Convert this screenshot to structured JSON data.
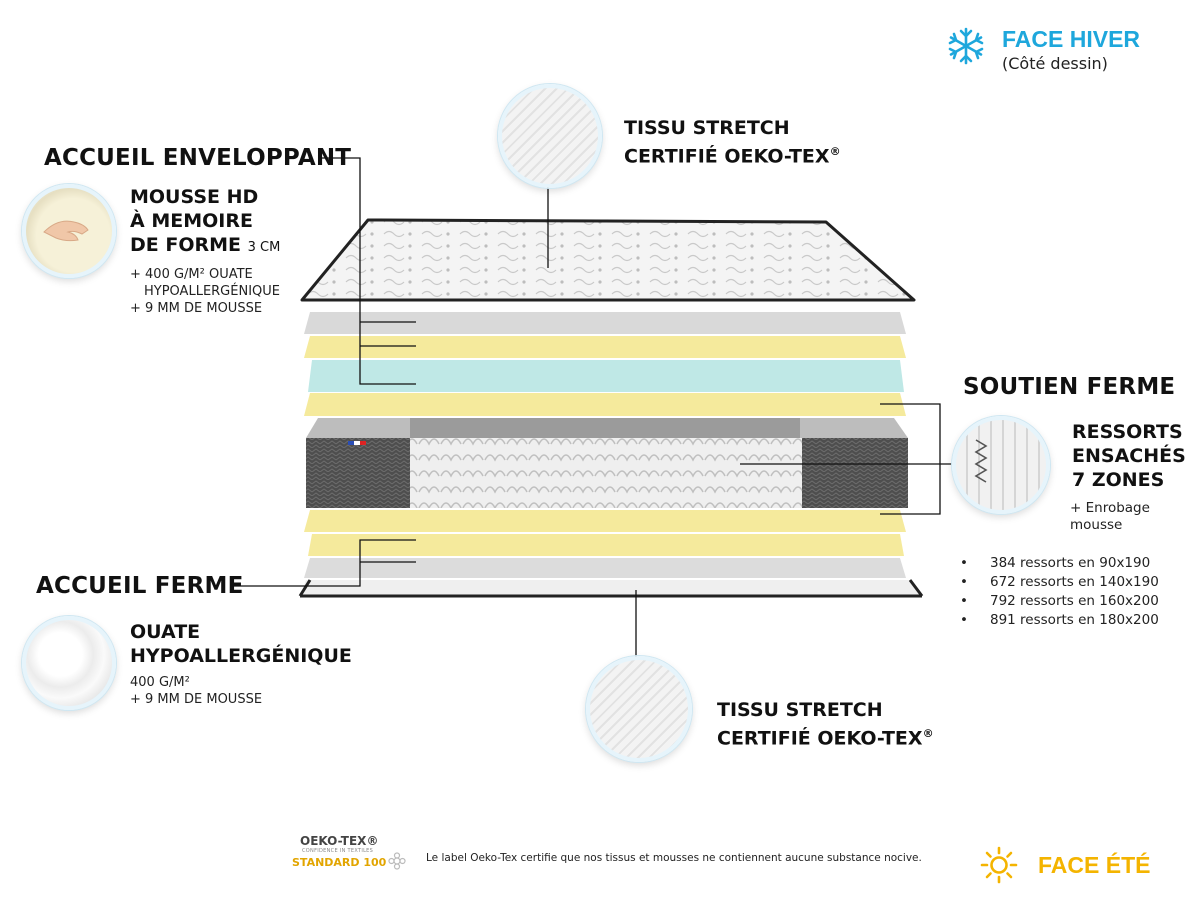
{
  "winter": {
    "title": "FACE HIVER",
    "subtitle": "(Côté dessin)",
    "icon": "snowflake-icon",
    "color": "#1ea7dc"
  },
  "summer": {
    "title": "FACE ÉTÉ",
    "icon": "sun-icon",
    "color": "#f4b400"
  },
  "top_fabric": {
    "line1": "TISSU STRETCH",
    "line2": "CERTIFIÉ OEKO-TEX",
    "reg": "®"
  },
  "bottom_fabric": {
    "line1": "TISSU STRETCH",
    "line2": "CERTIFIÉ OEKO-TEX",
    "reg": "®"
  },
  "comfort_top": {
    "heading": "ACCUEIL ENVELOPPANT",
    "line1": "MOUSSE HD",
    "line2": "À MEMOIRE",
    "line3": "DE FORME",
    "thickness": "3 CM",
    "extra1": "+ 400 G/M² OUATE",
    "extra2": "HYPOALLERGÉNIQUE",
    "extra3": "+ 9 MM DE MOUSSE"
  },
  "support": {
    "heading": "SOUTIEN FERME",
    "line1": "RESSORTS",
    "line2": "ENSACHÉS",
    "line3": "7 ZONES",
    "extra1": "+ Enrobage",
    "extra2": "mousse",
    "specs": [
      "384 ressorts en 90x190",
      "672 ressorts en 140x190",
      "792 ressorts en 160x200",
      "891 ressorts en 180x200"
    ]
  },
  "comfort_bottom": {
    "heading": "ACCUEIL FERME",
    "line1": "OUATE",
    "line2": "HYPOALLERGÉNIQUE",
    "extra1": "400 G/M²",
    "extra2": "+ 9 MM DE MOUSSE"
  },
  "oekotex": {
    "brand": "OEKO-TEX",
    "reg": "®",
    "tagline": "CONFIDENCE IN TEXTILES",
    "standard": "STANDARD 100",
    "note": "Le label Oeko-Tex certifie que nos tissus et mousses ne contiennent aucune substance nocive."
  },
  "colors": {
    "foam_yellow": "#f5ea9c",
    "memory_foam": "#bfe8e6",
    "fabric_gray": "#d6d6d6",
    "spring_dark": "#4a4a4a",
    "accent_blue": "#1ea7dc",
    "accent_gold": "#f4b400"
  }
}
